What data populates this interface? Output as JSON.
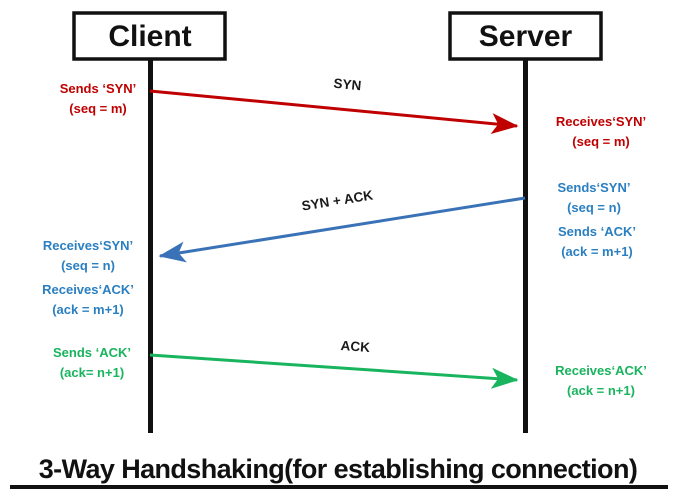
{
  "diagram": {
    "title": "3-Way Handshaking(for establishing connection)",
    "colors": {
      "syn": "#c00000",
      "syn_ack": "#2a7fc1",
      "ack": "#18b45e",
      "lifeline": "#111111",
      "label": "#1a1a1a"
    },
    "participants": [
      {
        "id": "client",
        "label": "Client"
      },
      {
        "id": "server",
        "label": "Server"
      }
    ],
    "messages": [
      {
        "id": "syn",
        "label": "SYN",
        "direction": "client-to-server",
        "color": "#c00000"
      },
      {
        "id": "syn-ack",
        "label": "SYN + ACK",
        "direction": "server-to-client",
        "color": "#2a7fc1"
      },
      {
        "id": "ack",
        "label": "ACK",
        "direction": "client-to-server",
        "color": "#18b45e"
      }
    ],
    "client_annotations": [
      {
        "id": "client-sends-syn",
        "line1": "Sends ‘SYN’",
        "line2": "(seq = m)",
        "color": "#c00000"
      },
      {
        "id": "client-receives-syn",
        "line1": "Receives‘SYN’",
        "line2": "(seq = n)",
        "color": "#2a7fc1"
      },
      {
        "id": "client-receives-ack",
        "line1": "Receives‘ACK’",
        "line2": "(ack = m+1)",
        "color": "#2a7fc1"
      },
      {
        "id": "client-sends-ack",
        "line1": "Sends ‘ACK’",
        "line2": "(ack= n+1)",
        "color": "#18b45e"
      }
    ],
    "server_annotations": [
      {
        "id": "server-receives-syn",
        "line1": "Receives‘SYN’",
        "line2": "(seq = m)",
        "color": "#c00000"
      },
      {
        "id": "server-sends-syn",
        "line1": "Sends‘SYN’",
        "line2": "(seq = n)",
        "color": "#2a7fc1"
      },
      {
        "id": "server-sends-ack",
        "line1": "Sends ‘ACK’",
        "line2": "(ack = m+1)",
        "color": "#2a7fc1"
      },
      {
        "id": "server-receives-ack",
        "line1": "Receives‘ACK’",
        "line2": "(ack = n+1)",
        "color": "#18b45e"
      }
    ]
  }
}
